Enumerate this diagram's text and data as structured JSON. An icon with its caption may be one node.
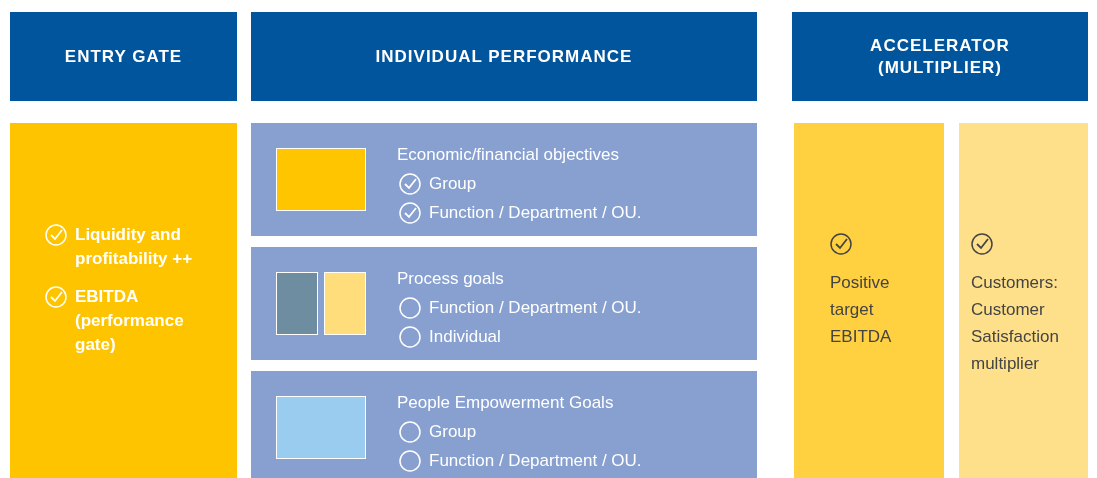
{
  "diagram": {
    "nodes": [
      {
        "text": [
          "ENTRY GATE"
        ]
      },
      {
        "text": [
          "INDIVIDUAL PERFORMANCE"
        ]
      },
      {
        "text": [
          "ACCELERATOR (MULTIPLIER)"
        ]
      },
      {
        "text": [
          "Liquidity and profitability ++",
          "EBITDA (performance gate)"
        ]
      },
      {
        "text": [
          "Economic/financial objectives",
          "Group",
          "Function / Department / OU."
        ]
      },
      {
        "text": [],
        "shape": "box",
        "in": 4
      },
      {
        "text": [
          "Process goals",
          "Function / Department / OU.",
          "Individual"
        ]
      },
      {
        "text": [],
        "shape": "box",
        "in": 6
      },
      {
        "text": [],
        "shape": "box",
        "in": 6
      },
      {
        "text": [
          "People Empowerment Goals",
          "Group",
          "Function / Department / OU."
        ]
      },
      {
        "text": [],
        "shape": "box",
        "in": 9
      },
      {
        "text": [
          "Positive target EBITDA"
        ]
      },
      {
        "text": [
          "Customers: Customer Satisfaction multiplier"
        ]
      }
    ]
  }
}
